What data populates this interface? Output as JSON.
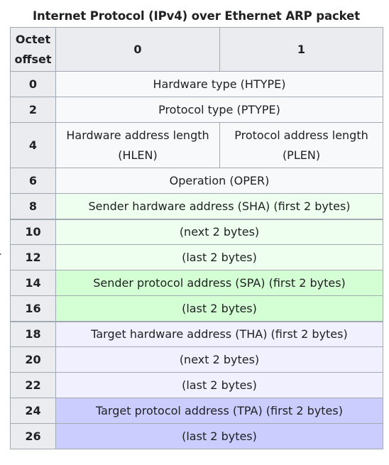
{
  "caption": "Internet Protocol (IPv4) over Ethernet ARP packet",
  "header": {
    "offset_label": "Octet offset",
    "col0": "0",
    "col1": "1"
  },
  "rows": [
    {
      "offset": "0",
      "field": "Hardware type (HTYPE)"
    },
    {
      "offset": "2",
      "field": "Protocol type (PTYPE)"
    },
    {
      "offset": "4",
      "field_a": "Hardware address length (HLEN)",
      "field_b": "Protocol address length (PLEN)"
    },
    {
      "offset": "6",
      "field": "Operation (OPER)"
    },
    {
      "offset": "8",
      "field": "Sender hardware address (SHA) (first 2 bytes)"
    },
    {
      "offset": "10",
      "field": "(next 2 bytes)"
    },
    {
      "offset": "12",
      "field": "(last 2 bytes)"
    },
    {
      "offset": "14",
      "field": "Sender protocol address (SPA) (first 2 bytes)"
    },
    {
      "offset": "16",
      "field": "(last 2 bytes)"
    },
    {
      "offset": "18",
      "field": "Target hardware address (THA) (first 2 bytes)"
    },
    {
      "offset": "20",
      "field": "(next 2 bytes)"
    },
    {
      "offset": "22",
      "field": "(last 2 bytes)"
    },
    {
      "offset": "24",
      "field": "Target protocol address (TPA) (first 2 bytes)"
    },
    {
      "offset": "26",
      "field": "(last 2 bytes)"
    }
  ],
  "colors": {
    "header_bg": "#eaecf0",
    "cell_bg": "#f8f9fa",
    "sha_bg": "#eefff0",
    "spa_bg": "#d4ffd4",
    "tha_bg": "#f0f0ff",
    "tpa_bg": "#cccdff",
    "border": "#a2a9b1"
  }
}
